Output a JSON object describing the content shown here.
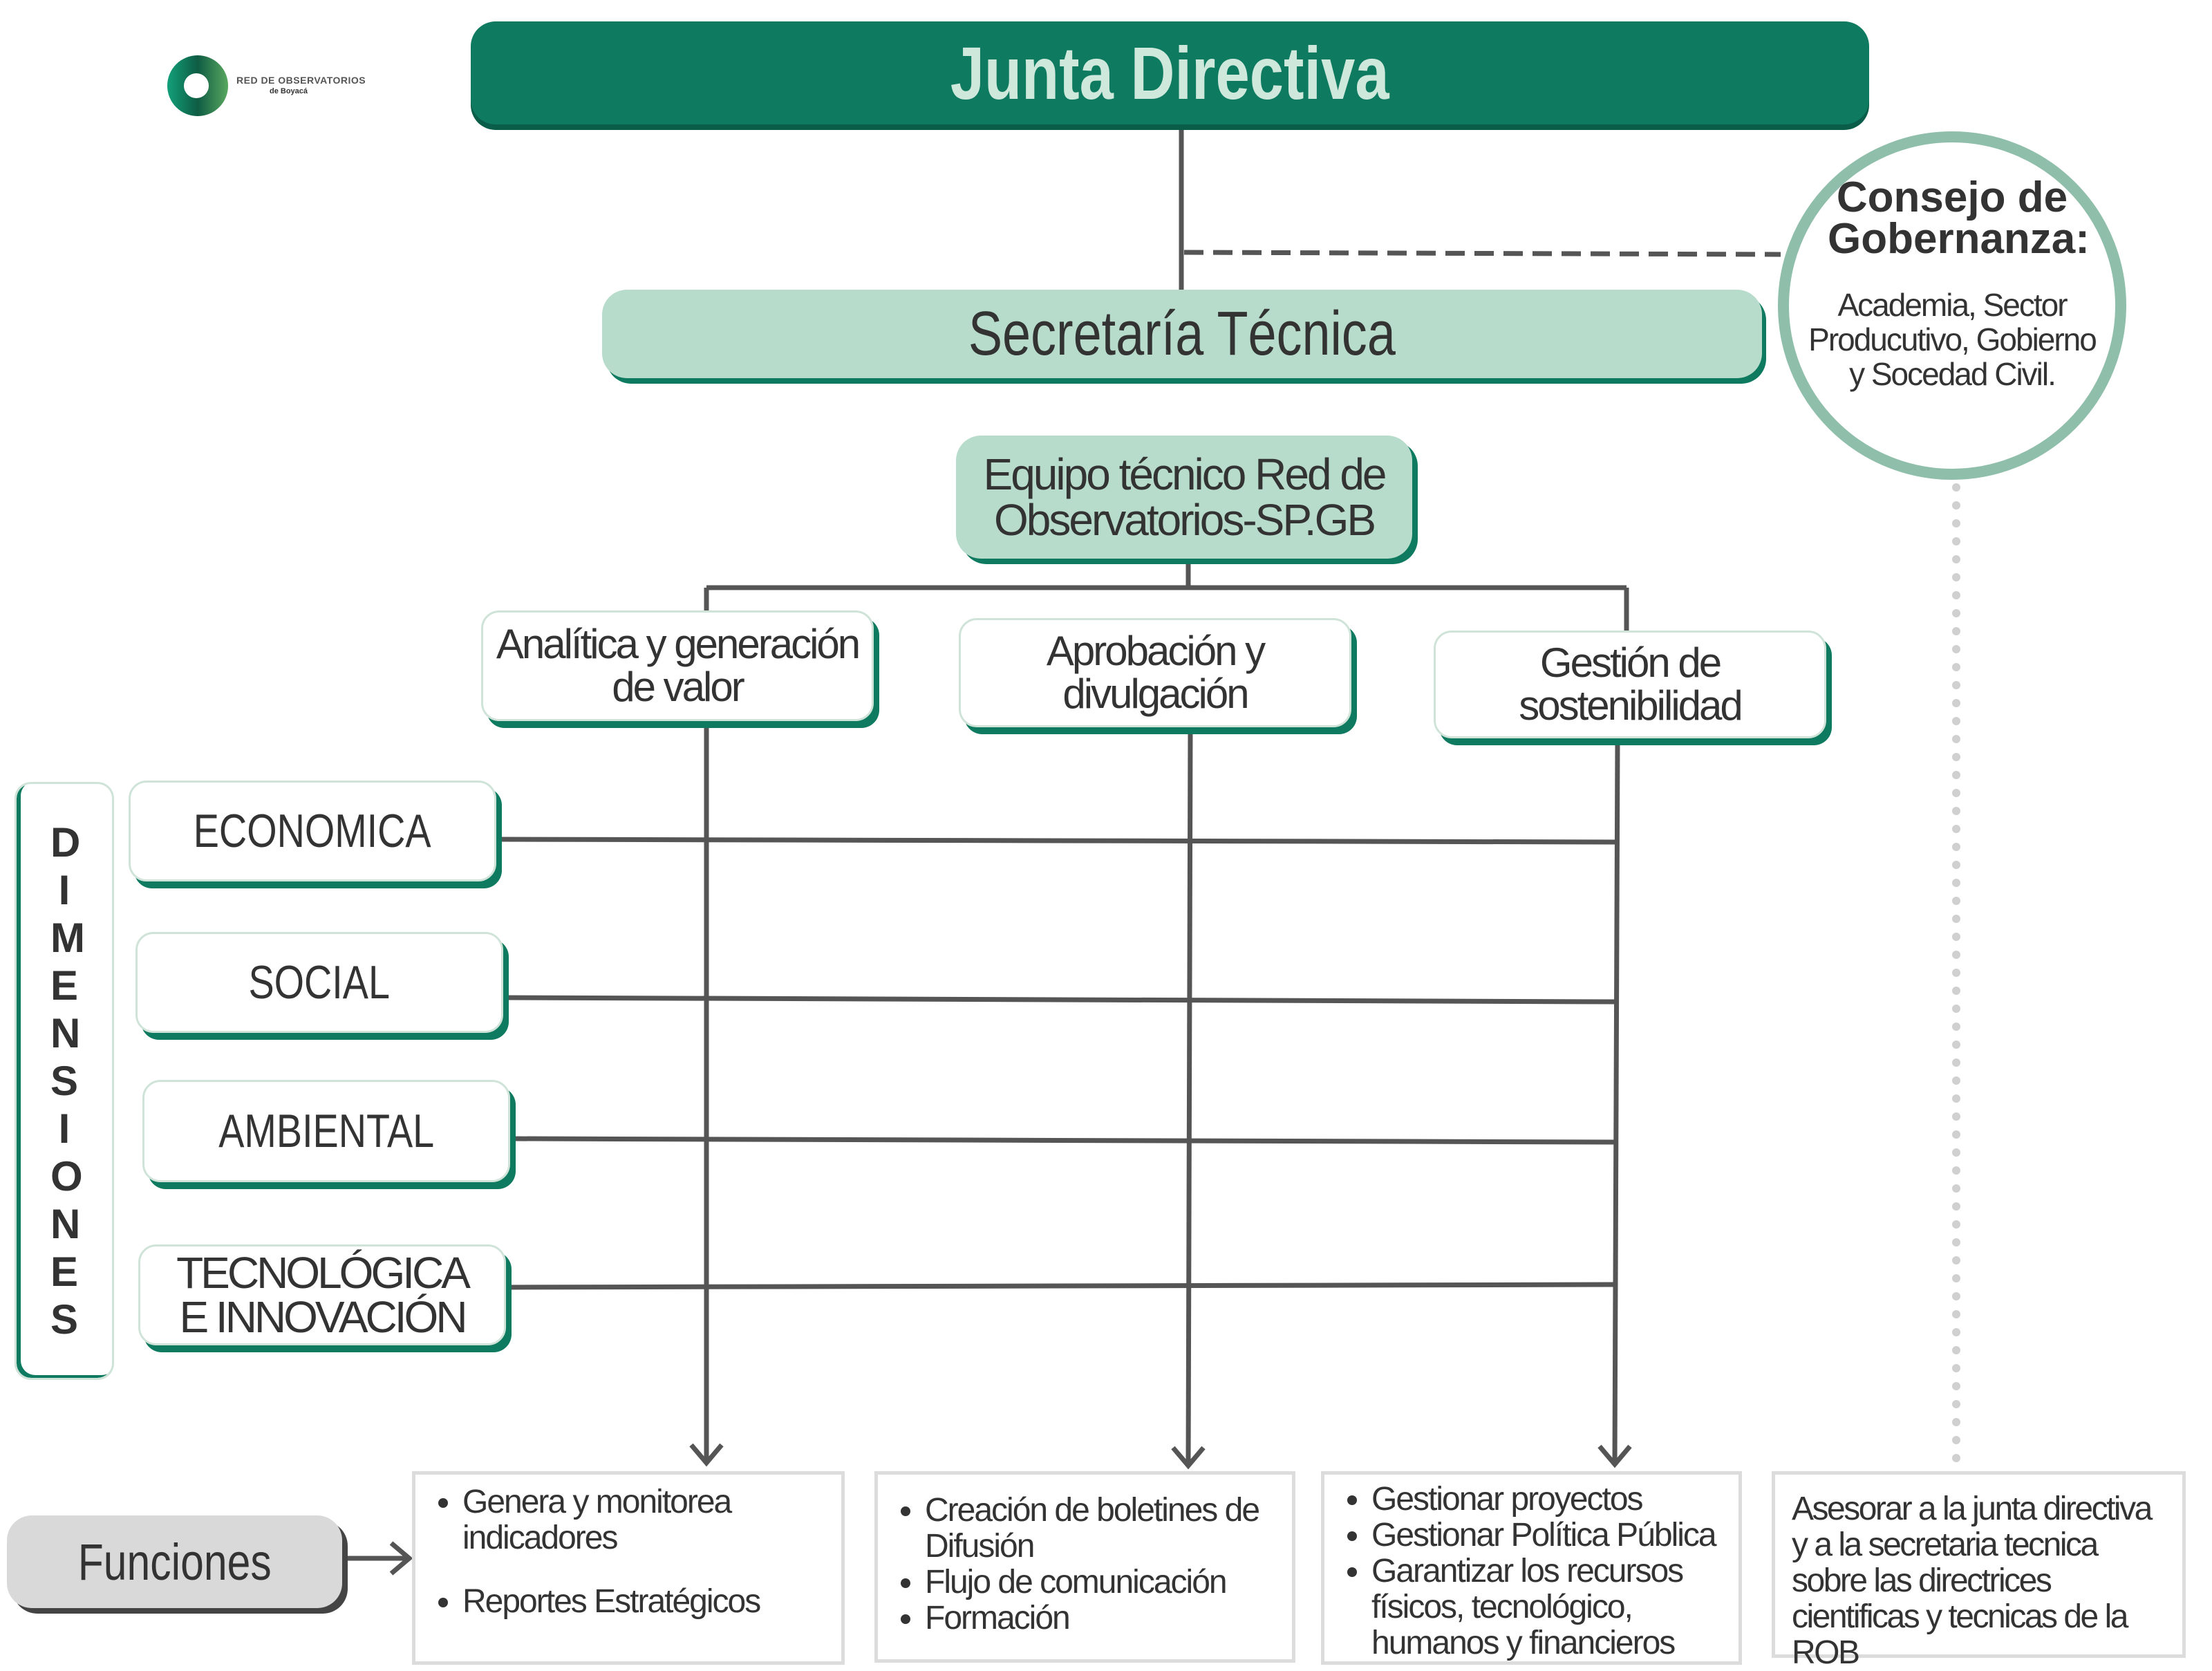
{
  "logo": {
    "line1": "RED DE OBSERVATORIOS",
    "line2": "de Boyacá"
  },
  "junta": {
    "title": "Junta Directiva"
  },
  "consejo": {
    "title": "Consejo de Gobernanza:",
    "body": "Academia, Sector Producutivo, Gobierno y Socedad Civil."
  },
  "secretaria": {
    "title": "Secretaría Técnica"
  },
  "equipo": {
    "title": "Equipo técnico Red de Observatorios-SP.GB"
  },
  "areas": [
    {
      "label": "Analítica y generación de valor"
    },
    {
      "label": "Aprobación y divulgación"
    },
    {
      "label": "Gestión de sostenibilidad"
    }
  ],
  "dimensiones": {
    "label": "DIMENSIONES",
    "items": [
      {
        "label": "ECONOMICA"
      },
      {
        "label": "SOCIAL"
      },
      {
        "label": "AMBIENTAL"
      },
      {
        "label": "TECNOLÓGICA E INNOVACIÓN"
      }
    ]
  },
  "funciones": {
    "label": "Funciones",
    "boxes": [
      {
        "items": [
          "Genera y monitorea indicadores",
          "Reportes Estratégicos"
        ]
      },
      {
        "items": [
          "Creación de boletines de Difusión",
          "Flujo de comunicación",
          "Formación"
        ]
      },
      {
        "items": [
          "Gestionar proyectos",
          "Gestionar Política Pública",
          "Garantizar los recursos físicos, tecnológico, humanos y financieros"
        ]
      },
      {
        "text": "Asesorar a la junta directiva y a la secretaria tecnica sobre las directrices cientificas y tecnicas de la ROB"
      }
    ]
  },
  "colors": {
    "primary": "#0e7a5f",
    "light": "#b8dccb",
    "ring": "#8fbfaa",
    "line": "#555555",
    "gray": "#d9d9d9"
  }
}
